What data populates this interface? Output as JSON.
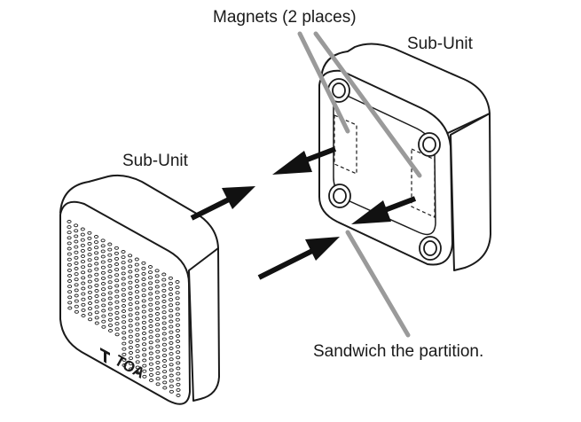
{
  "labels": {
    "magnets": "Magnets (2 places)",
    "sub_unit_right": "Sub-Unit",
    "sub_unit_left": "Sub-Unit",
    "sandwich": "Sandwich the partition."
  },
  "logo_text": "TOA",
  "colors": {
    "line": "#1a1a1a",
    "leader": "#9a9a9a",
    "arrow": "#111111",
    "background": "#ffffff"
  },
  "icons": [
    "arrow-icon",
    "speaker-grille",
    "toa-logo"
  ]
}
